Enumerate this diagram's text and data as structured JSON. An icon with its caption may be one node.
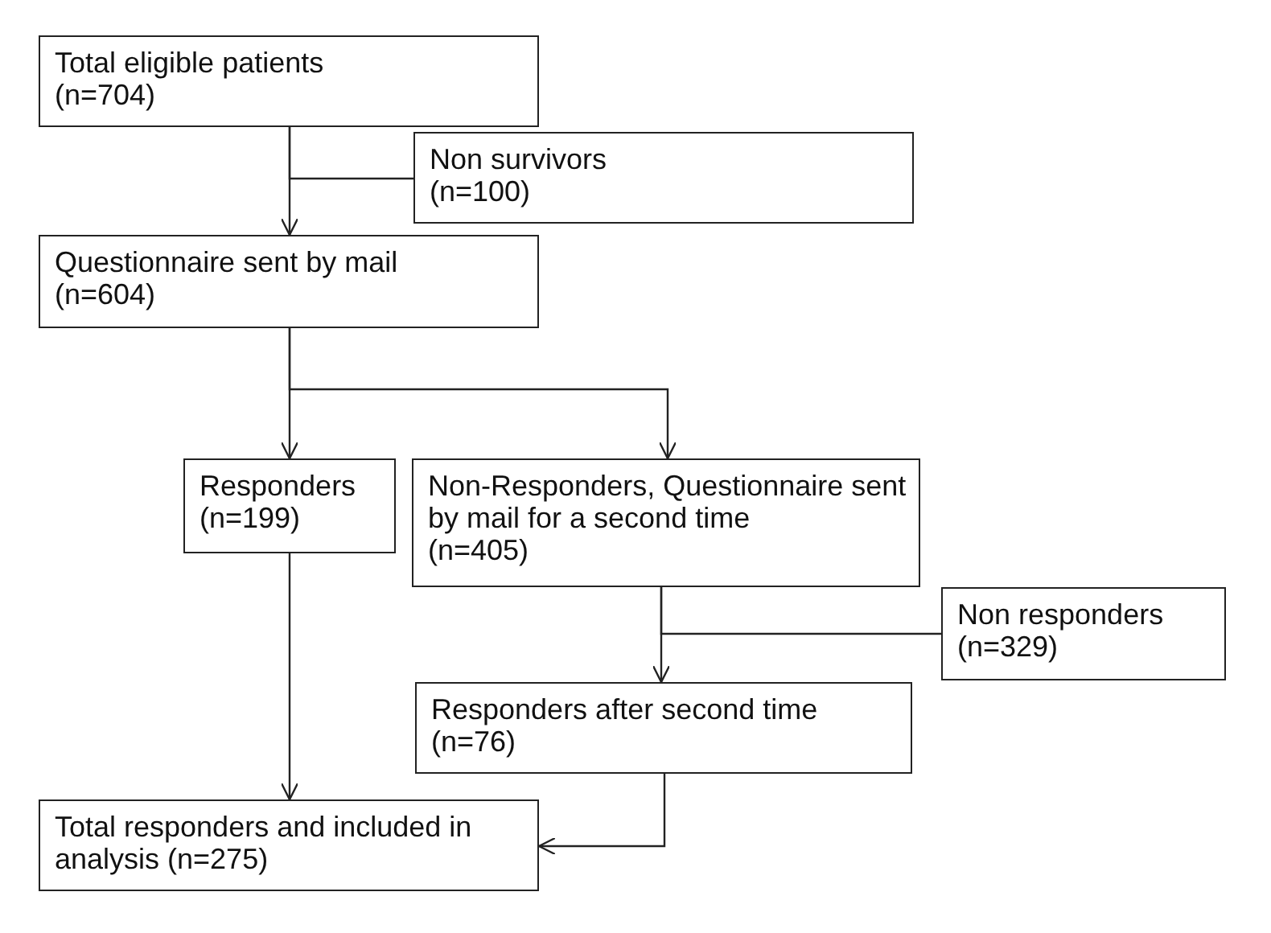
{
  "diagram": {
    "nodes": [
      {
        "text": [
          "Total eligible patients",
          "(n=704)"
        ]
      },
      {
        "text": [
          "Non survivors",
          "(n=100)"
        ]
      },
      {
        "text": [
          "Questionnaire sent by mail",
          "(n=604)"
        ]
      },
      {
        "text": [
          "Responders",
          "(n=199)"
        ]
      },
      {
        "text": [
          "Non-Responders, Questionnaire sent by mail for a second time",
          "(n=405)"
        ]
      },
      {
        "text": [
          "Non responders",
          "(n=329)"
        ]
      },
      {
        "text": [
          "Responders after second time",
          "(n=76)"
        ]
      },
      {
        "text": [
          "Total responders and included in analysis (n=275)"
        ]
      }
    ],
    "edges": [
      {
        "from": 0,
        "to": 2,
        "arrow": "to"
      },
      {
        "from": 0,
        "to": 1,
        "arrow": "none"
      },
      {
        "from": 2,
        "to": 3,
        "arrow": "to"
      },
      {
        "from": 2,
        "to": 4,
        "arrow": "to"
      },
      {
        "from": 4,
        "to": 6,
        "arrow": "to"
      },
      {
        "from": 4,
        "to": 5,
        "arrow": "none"
      },
      {
        "from": 3,
        "to": 7,
        "arrow": "to"
      },
      {
        "from": 6,
        "to": 7,
        "arrow": "to"
      }
    ]
  }
}
